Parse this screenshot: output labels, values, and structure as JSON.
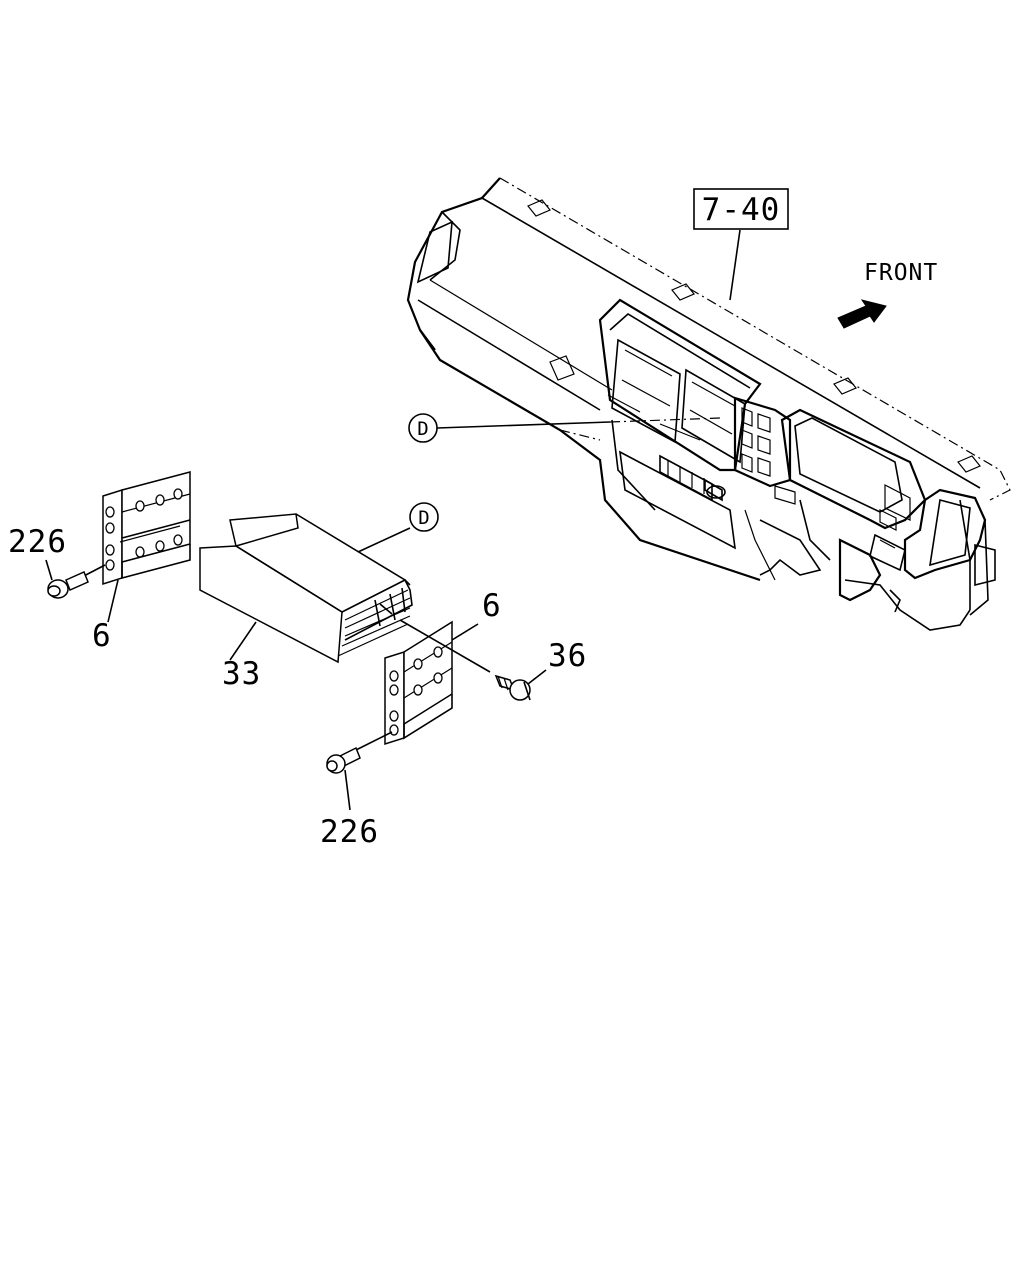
{
  "diagram": {
    "ref_box_label": "7-40",
    "direction_label": "FRONT",
    "detail_marker": "D",
    "callouts": {
      "bolt_left": "226",
      "bracket_left": "6",
      "pocket": "33",
      "bracket_right": "6",
      "screw": "36",
      "bolt_bottom": "226"
    }
  }
}
